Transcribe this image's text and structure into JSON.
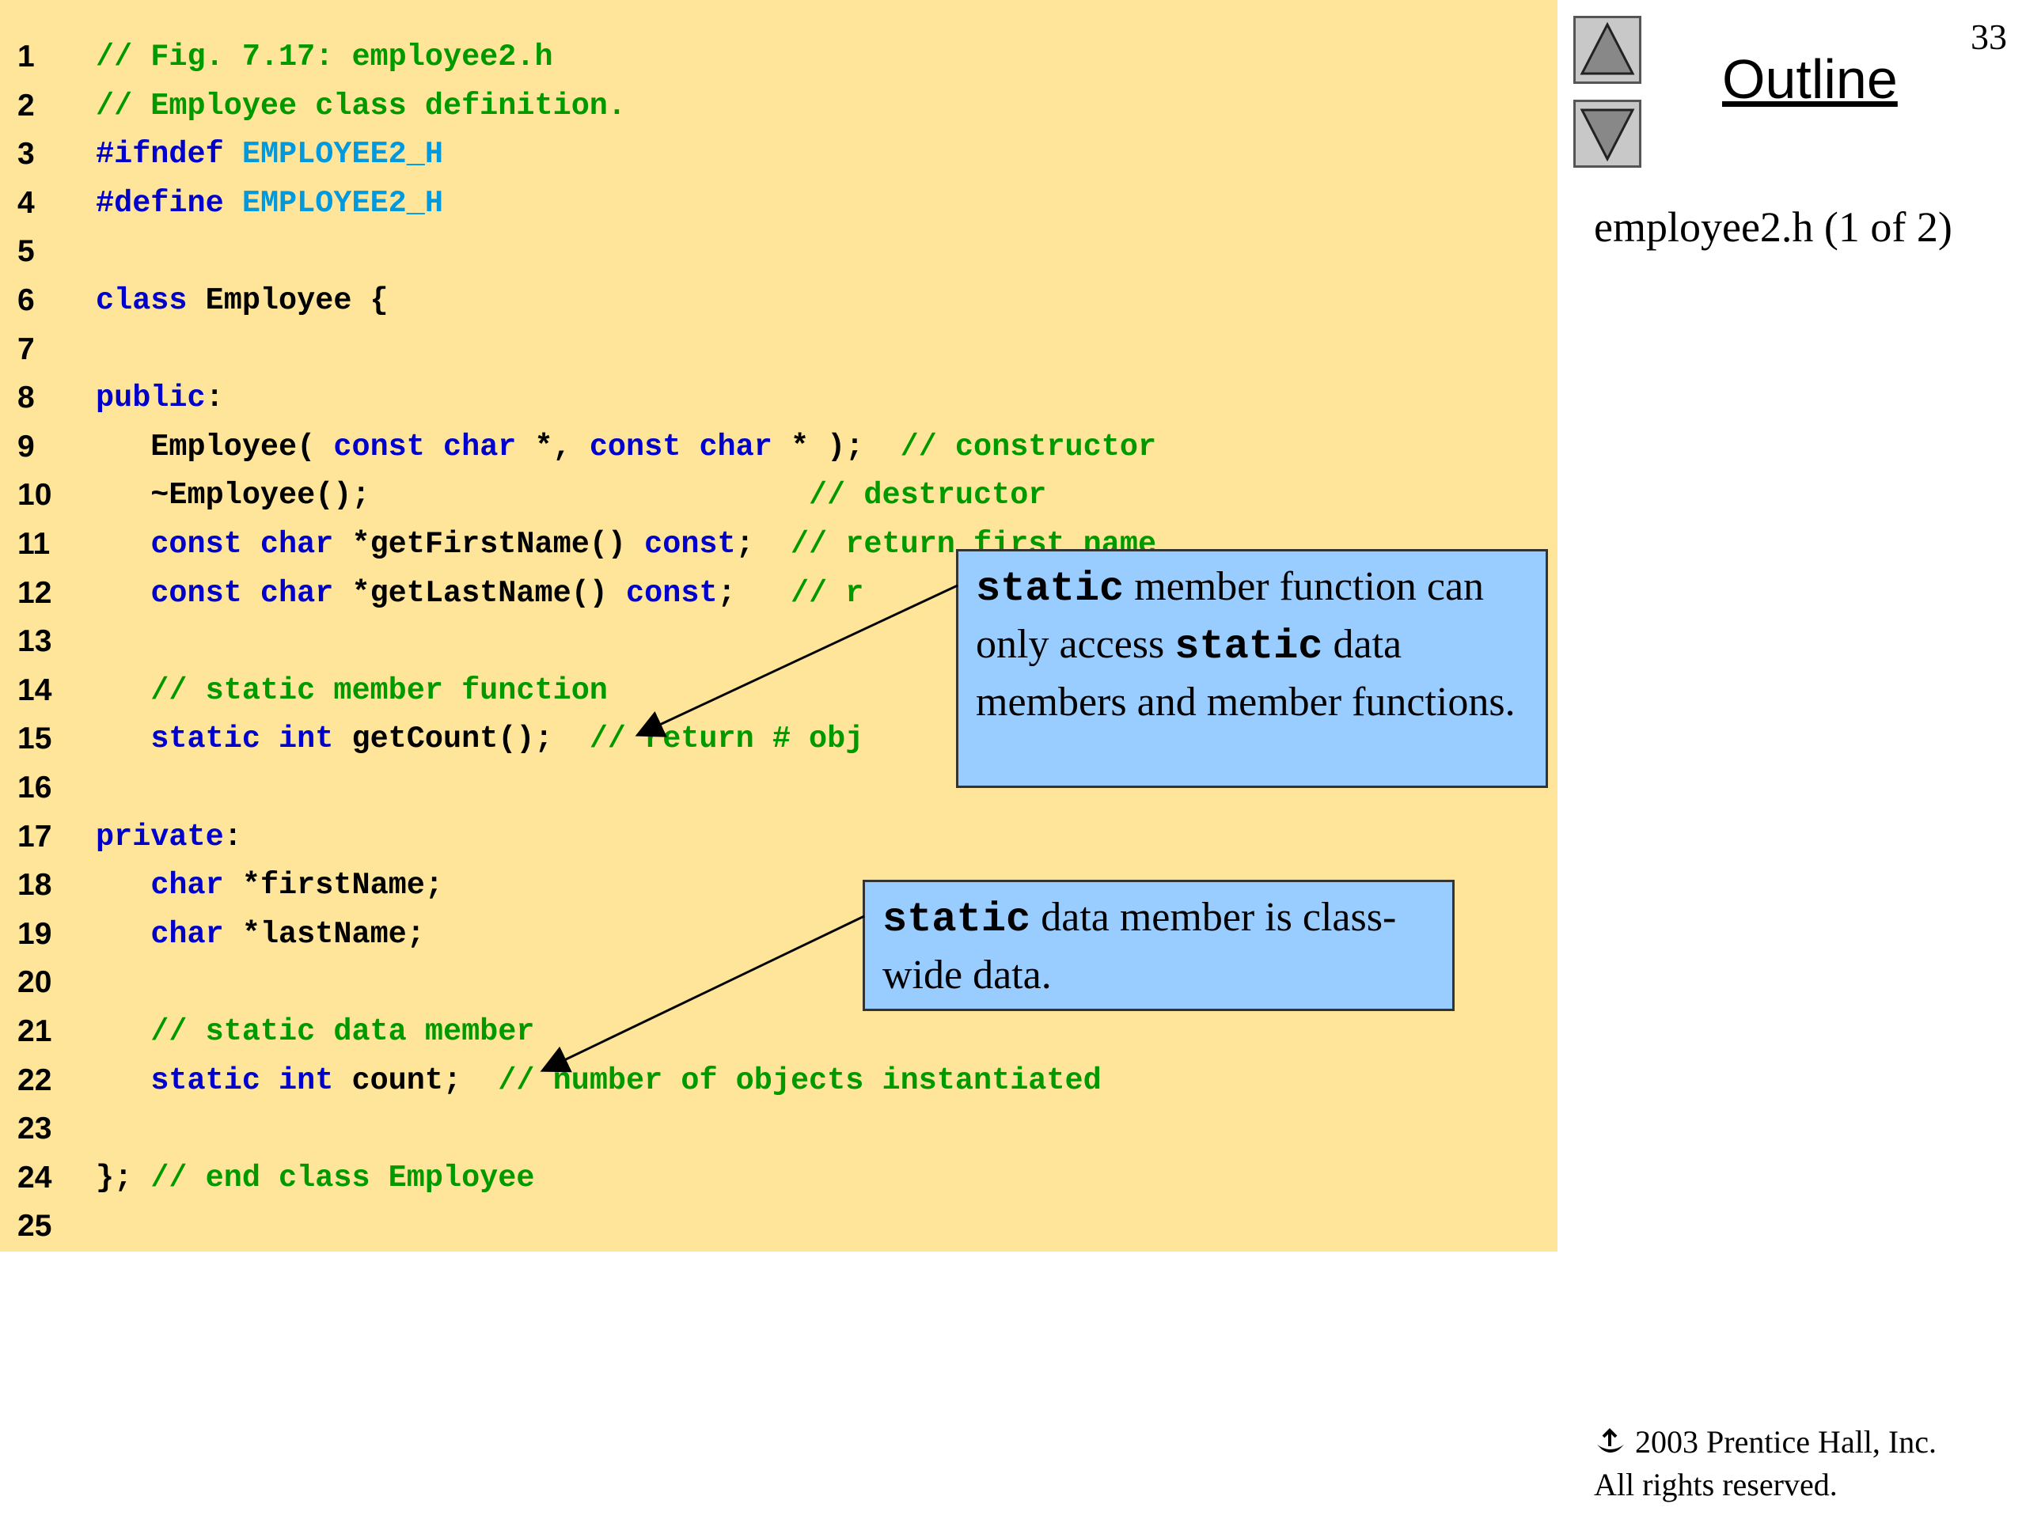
{
  "page_number": "33",
  "outline": {
    "title": "Outline",
    "up_icon": "triangle-up-icon",
    "down_icon": "triangle-down-icon"
  },
  "file_label": "employee2.h (1 of 2)",
  "code_lines": [
    {
      "num": "1",
      "tokens": [
        {
          "t": "// Fig. 7.17: employee2.h",
          "c": "cm"
        }
      ]
    },
    {
      "num": "2",
      "tokens": [
        {
          "t": "// Employee class definition.",
          "c": "cm"
        }
      ]
    },
    {
      "num": "3",
      "tokens": [
        {
          "t": "#ifndef ",
          "c": "kw"
        },
        {
          "t": "EMPLOYEE2_H",
          "c": "mac"
        }
      ]
    },
    {
      "num": "4",
      "tokens": [
        {
          "t": "#define ",
          "c": "kw"
        },
        {
          "t": "EMPLOYEE2_H",
          "c": "mac"
        }
      ]
    },
    {
      "num": "5",
      "tokens": []
    },
    {
      "num": "6",
      "tokens": [
        {
          "t": "class ",
          "c": "kw"
        },
        {
          "t": "Employee {",
          "c": "pl"
        }
      ]
    },
    {
      "num": "7",
      "tokens": []
    },
    {
      "num": "8",
      "tokens": [
        {
          "t": "public",
          "c": "kw"
        },
        {
          "t": ":",
          "c": "pl"
        }
      ]
    },
    {
      "num": "9",
      "tokens": [
        {
          "t": "   Employee( ",
          "c": "pl"
        },
        {
          "t": "const char",
          "c": "kw"
        },
        {
          "t": " *, ",
          "c": "pl"
        },
        {
          "t": "const char",
          "c": "kw"
        },
        {
          "t": " * );  ",
          "c": "pl"
        },
        {
          "t": "// constructor",
          "c": "cm"
        }
      ]
    },
    {
      "num": "10",
      "tokens": [
        {
          "t": "   ~Employee();                        ",
          "c": "pl"
        },
        {
          "t": "// destructor",
          "c": "cm"
        }
      ]
    },
    {
      "num": "11",
      "tokens": [
        {
          "t": "   ",
          "c": "pl"
        },
        {
          "t": "const char",
          "c": "kw"
        },
        {
          "t": " *getFirstName() ",
          "c": "pl"
        },
        {
          "t": "const",
          "c": "kw"
        },
        {
          "t": ";  ",
          "c": "pl"
        },
        {
          "t": "// return first name",
          "c": "cm"
        }
      ]
    },
    {
      "num": "12",
      "tokens": [
        {
          "t": "   ",
          "c": "pl"
        },
        {
          "t": "const char",
          "c": "kw"
        },
        {
          "t": " *getLastName() ",
          "c": "pl"
        },
        {
          "t": "const",
          "c": "kw"
        },
        {
          "t": ";   ",
          "c": "pl"
        },
        {
          "t": "// r",
          "c": "cm"
        }
      ]
    },
    {
      "num": "13",
      "tokens": []
    },
    {
      "num": "14",
      "tokens": [
        {
          "t": "   // static member function",
          "c": "cm"
        }
      ]
    },
    {
      "num": "15",
      "tokens": [
        {
          "t": "   ",
          "c": "pl"
        },
        {
          "t": "static int",
          "c": "kw"
        },
        {
          "t": " getCount();  ",
          "c": "pl"
        },
        {
          "t": "// return # obj",
          "c": "cm"
        }
      ]
    },
    {
      "num": "16",
      "tokens": []
    },
    {
      "num": "17",
      "tokens": [
        {
          "t": "private",
          "c": "kw"
        },
        {
          "t": ":",
          "c": "pl"
        }
      ]
    },
    {
      "num": "18",
      "tokens": [
        {
          "t": "   ",
          "c": "pl"
        },
        {
          "t": "char",
          "c": "kw"
        },
        {
          "t": " *firstName;",
          "c": "pl"
        }
      ]
    },
    {
      "num": "19",
      "tokens": [
        {
          "t": "   ",
          "c": "pl"
        },
        {
          "t": "char",
          "c": "kw"
        },
        {
          "t": " *lastName;",
          "c": "pl"
        }
      ]
    },
    {
      "num": "20",
      "tokens": []
    },
    {
      "num": "21",
      "tokens": [
        {
          "t": "   // static data member",
          "c": "cm"
        }
      ]
    },
    {
      "num": "22",
      "tokens": [
        {
          "t": "   ",
          "c": "pl"
        },
        {
          "t": "static int",
          "c": "kw"
        },
        {
          "t": " count;  ",
          "c": "pl"
        },
        {
          "t": "// number of objects instantiated",
          "c": "cm"
        }
      ]
    },
    {
      "num": "23",
      "tokens": []
    },
    {
      "num": "24",
      "tokens": [
        {
          "t": "}; ",
          "c": "pl"
        },
        {
          "t": "// end class Employee",
          "c": "cm"
        }
      ]
    },
    {
      "num": "25",
      "tokens": []
    }
  ],
  "callouts": [
    {
      "parts": [
        {
          "t": "static",
          "mono": true
        },
        {
          "t": " member function can only access "
        },
        {
          "t": "static",
          "mono": true
        },
        {
          "t": " data members and member functions."
        }
      ]
    },
    {
      "parts": [
        {
          "t": "static",
          "mono": true
        },
        {
          "t": " data member is class-wide data."
        }
      ]
    }
  ],
  "copyright": {
    "logo_icon": "prentice-hall-logo-icon",
    "line1": "2003 Prentice Hall, Inc.",
    "line2": "All rights reserved."
  },
  "colors": {
    "code_bg": "#ffe599",
    "keyword": "#0000cc",
    "comment": "#009900",
    "macro": "#0099dd",
    "callout_bg": "#99ccff"
  }
}
